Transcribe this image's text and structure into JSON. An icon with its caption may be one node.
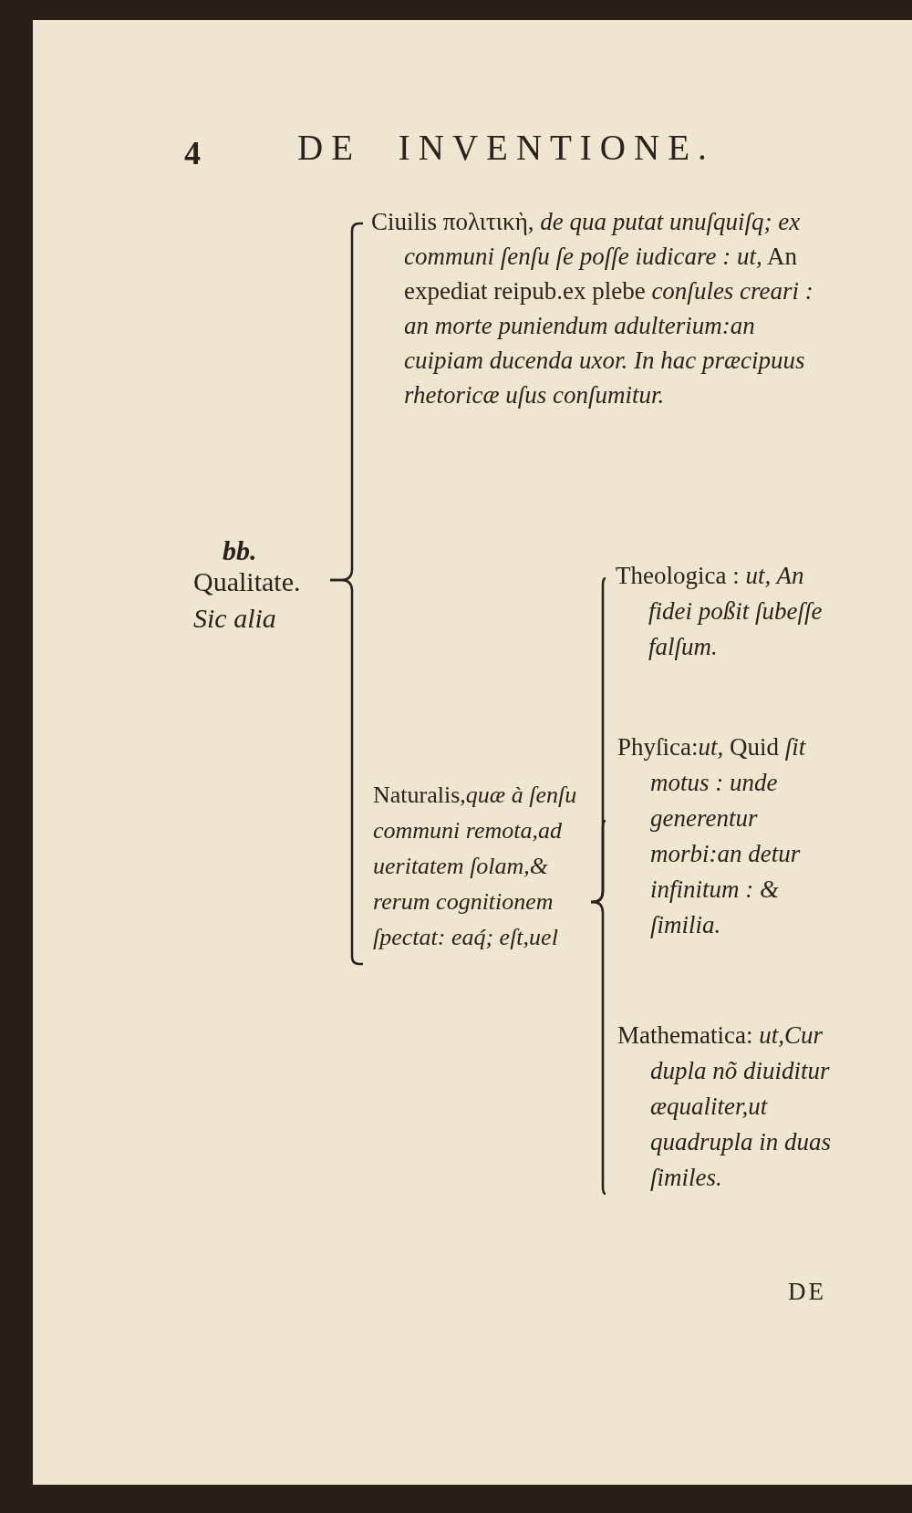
{
  "diagram": {
    "title": "DE INVENTIONE.",
    "nodes": [
      {
        "text": [
          "Qualitate. *Sic alia*"
        ]
      },
      {
        "text": [
          "Ciuilis πολιτικὴ, *de qua putat unuſquiſq; ex communi ſenſu ſe poſſe iudicare : ut,* An expediat reipub.ex plebe *conſules creari : an morte puniendum adulterium:an cuipiam ducenda uxor. In hac præcipuus rhetoricæ uſus conſumitur.*"
        ]
      },
      {
        "text": [
          "Naturalis,*quæ à ſenſu communi remota,ad ueritatem ſolam,& rerum cognitionem ſpectat: eaq́; eſt,uel*"
        ]
      },
      {
        "text": [
          "Theologica : *ut, An fidei poßit ſubeſſe falſum.*"
        ]
      },
      {
        "text": [
          "Phyſica:*ut,* Quid *ſit motus : unde generentur morbi:an detur infinitum : & ſimilia.*"
        ]
      },
      {
        "text": [
          "Mathematica: *ut,Cur dupla nõ diuiditur æqualiter,ut quadrupla in duas ſimiles.*"
        ]
      }
    ],
    "edges": [
      {
        "from": 0,
        "to": 1,
        "arrow": "none"
      },
      {
        "from": 0,
        "to": 2,
        "arrow": "none"
      },
      {
        "from": 2,
        "to": 3,
        "arrow": "none"
      },
      {
        "from": 2,
        "to": 4,
        "arrow": "none"
      },
      {
        "from": 2,
        "to": 5,
        "arrow": "none"
      }
    ],
    "labels": [
      "4",
      "bb.",
      "DE"
    ]
  }
}
